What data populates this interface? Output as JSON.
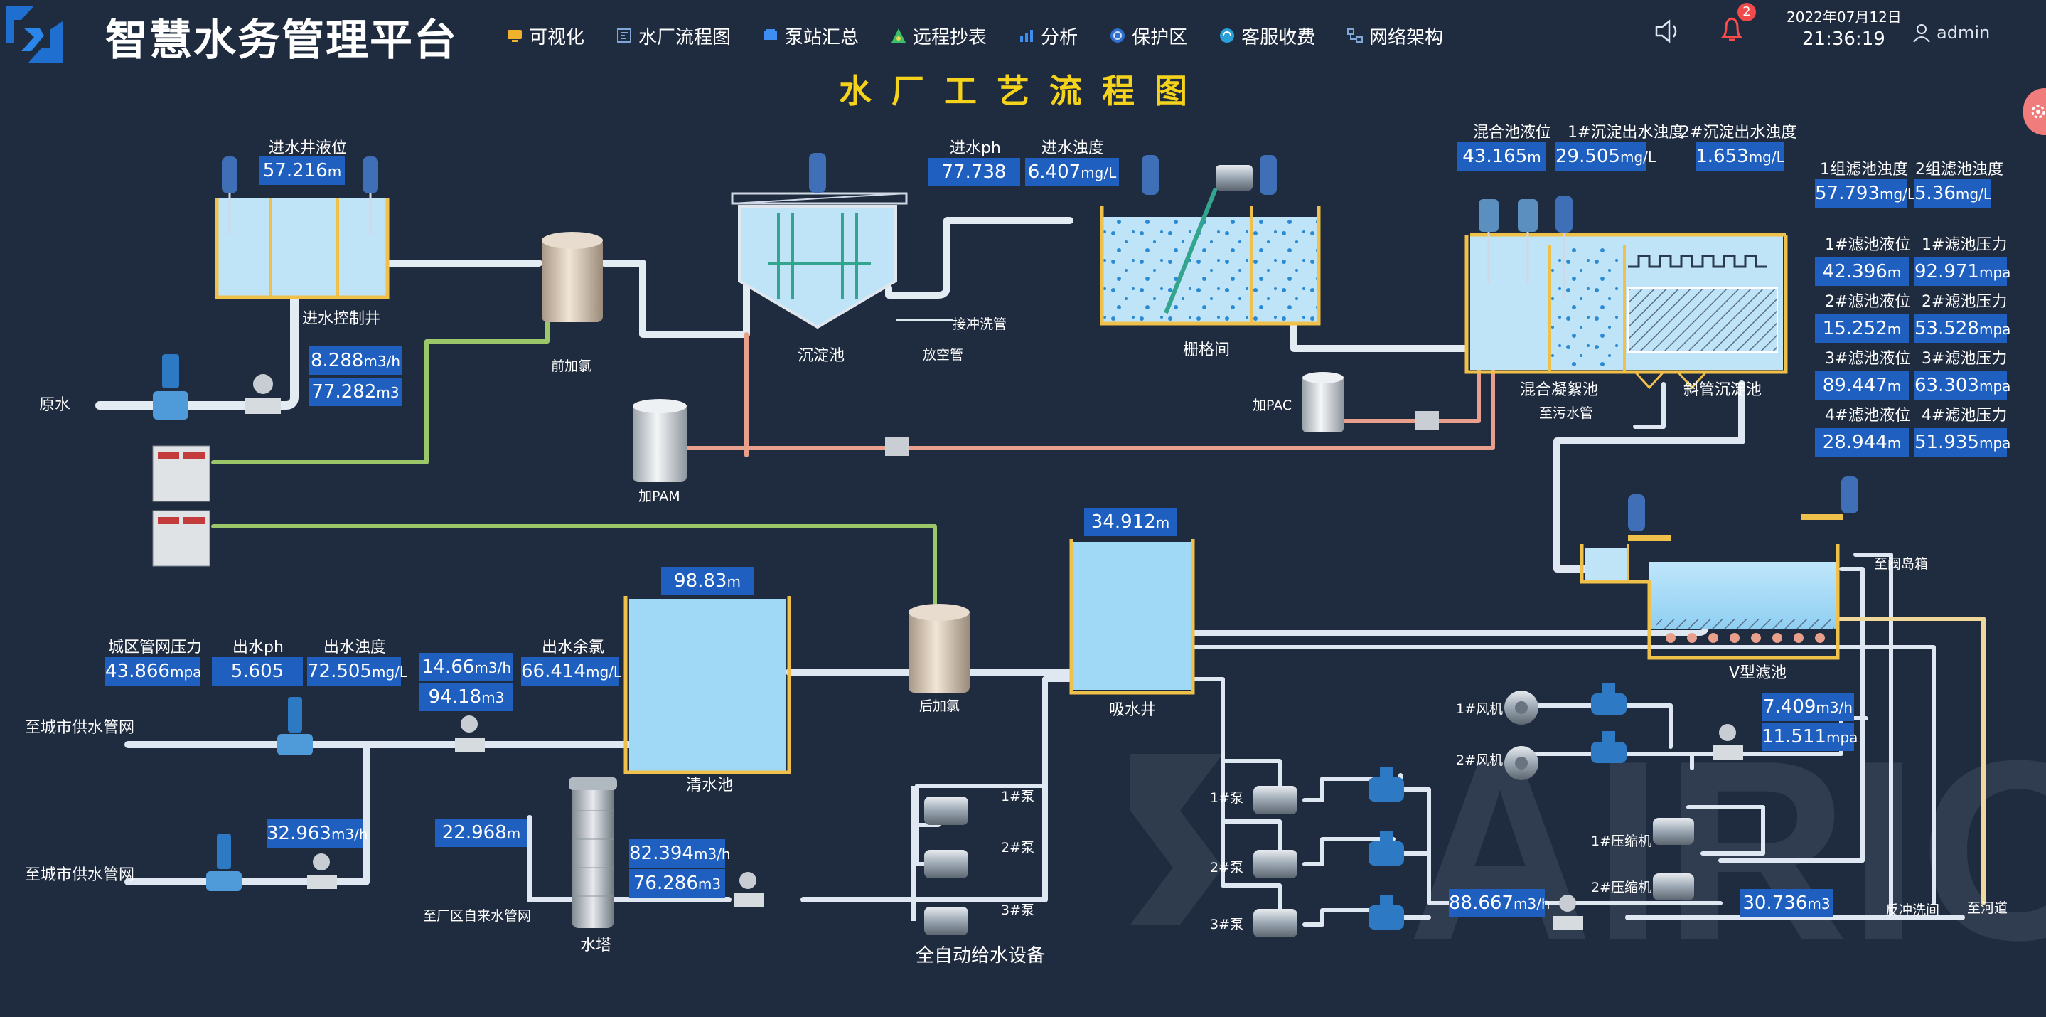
{
  "header": {
    "app_title": "智慧水务管理平台",
    "nav": [
      {
        "label": "可视化",
        "icon": "monitor-icon"
      },
      {
        "label": "水厂流程图",
        "icon": "flowchart-icon"
      },
      {
        "label": "泵站汇总",
        "icon": "pump-icon"
      },
      {
        "label": "远程抄表",
        "icon": "meter-icon"
      },
      {
        "label": "分析",
        "icon": "chart-icon"
      },
      {
        "label": "保护区",
        "icon": "shield-icon"
      },
      {
        "label": "客服收费",
        "icon": "service-icon"
      },
      {
        "label": "网络架构",
        "icon": "network-icon"
      }
    ],
    "notification_count": "2",
    "date": "2022年07月12日",
    "time": "21:36:19",
    "user": "admin"
  },
  "page_title": "水厂工艺流程图",
  "colors": {
    "accent": "#f5d31c",
    "value_box": "#1e5fbf",
    "background": "#1f2b3e",
    "pipe_light": "#dfe8f2",
    "pipe_green": "#9bc66a",
    "pipe_pink": "#e8a08c",
    "pipe_yellow": "#f0d79a"
  },
  "intake": {
    "level_label": "进水井液位",
    "level_value": "57.216",
    "level_unit": "m",
    "well_label": "进水控制井",
    "raw_water_label": "原水",
    "flow_value": "8.288",
    "flow_unit": "m3/h",
    "total_value": "77.282",
    "total_unit": "m3",
    "pre_chlorine_label": "前加氯"
  },
  "sedimentation": {
    "label": "沉淀池",
    "backwash_pipe": "接冲洗管",
    "drain_pipe": "放空管",
    "ph_label": "进水ph",
    "ph_value": "77.738",
    "turbidity_label": "进水浊度",
    "turbidity_value": "6.407",
    "turbidity_unit": "mg/L",
    "grille_label": "栅格间",
    "pam_label": "加PAM",
    "pac_label": "加PAC"
  },
  "mixing": {
    "level_label": "混合池液位",
    "level_value": "43.165",
    "level_unit": "m",
    "s1_label": "1#沉淀出水浊度",
    "s1_value": "29.505",
    "s1_unit": "mg/L",
    "s2_label": "2#沉淀出水浊度",
    "s2_value": "1.653",
    "s2_unit": "mg/L",
    "coag_label": "混合凝絮池",
    "incline_label": "斜管沉淀池",
    "sewage_label": "至污水管"
  },
  "filters": {
    "g1_label": "1组滤池浊度",
    "g1_value": "57.793",
    "g1_unit": "mg/L",
    "g2_label": "2组滤池浊度",
    "g2_value": "5.36",
    "g2_unit": "mg/L",
    "rows": [
      {
        "level_label": "1#滤池液位",
        "level_value": "42.396",
        "press_label": "1#滤池压力",
        "press_value": "92.971"
      },
      {
        "level_label": "2#滤池液位",
        "level_value": "15.252",
        "press_label": "2#滤池压力",
        "press_value": "53.528"
      },
      {
        "level_label": "3#滤池液位",
        "level_value": "89.447",
        "press_label": "3#滤池压力",
        "press_value": "63.303"
      },
      {
        "level_label": "4#滤池液位",
        "level_value": "28.944",
        "press_label": "4#滤池压力",
        "press_value": "51.935"
      }
    ],
    "level_unit": "m",
    "press_unit": "mpa",
    "v_filter_label": "V型滤池",
    "valve_box_label": "至阀岛箱",
    "river_label": "至河道",
    "backwash_label": "反冲洗间"
  },
  "clear_pool": {
    "label": "清水池",
    "level_value": "98.83",
    "level_unit": "m",
    "post_chlorine_label": "后加氯"
  },
  "suction": {
    "label": "吸水井",
    "level_value": "34.912",
    "level_unit": "m"
  },
  "outlet": {
    "city_press_label": "城区管网压力",
    "city_press_value": "43.866",
    "city_press_unit": "mpa",
    "ph_label": "出水ph",
    "ph_value": "5.605",
    "turb_label": "出水浊度",
    "turb_value": "72.505",
    "turb_unit": "mg/L",
    "flow_value": "14.66",
    "flow_unit": "m3/h",
    "total_value": "94.18",
    "total_unit": "m3",
    "chlorine_label": "出水余氯",
    "chlorine_value": "66.414",
    "chlorine_unit": "mg/L",
    "to_city_1": "至城市供水管网",
    "to_city_2": "至城市供水管网",
    "flow2_value": "32.963",
    "flow2_unit": "m3/h"
  },
  "tower": {
    "label": "水塔",
    "level_value": "22.968",
    "level_unit": "m",
    "flow_value": "82.394",
    "flow_unit": "m3/h",
    "total_value": "76.286",
    "total_unit": "m3",
    "to_plant_label": "至厂区自来水管网",
    "auto_label": "全自动给水设备",
    "pumps": [
      "1#泵",
      "2#泵",
      "3#泵"
    ]
  },
  "pumphouse": {
    "pumps": [
      "1#泵",
      "2#泵",
      "3#泵"
    ],
    "flow_value": "88.667",
    "flow_unit": "m3/h",
    "fans": [
      "1#风机",
      "2#风机"
    ],
    "fan_flow_value": "7.409",
    "fan_flow_unit": "m3/h",
    "fan_press_value": "11.511",
    "fan_press_unit": "mpa",
    "compressors": [
      "1#压缩机",
      "2#压缩机"
    ],
    "comp_total_value": "30.736",
    "comp_total_unit": "m3"
  },
  "watermark": "AIRIOT"
}
